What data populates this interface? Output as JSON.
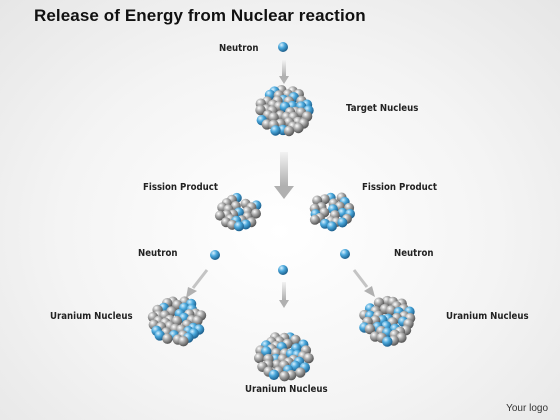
{
  "title": "Release of Energy from Nuclear reaction",
  "labels": {
    "neutron_top": "Neutron",
    "target_nucleus": "Target Nucleus",
    "fission_left": "Fission Product",
    "fission_right": "Fission Product",
    "neutron_left": "Neutron",
    "neutron_right": "Neutron",
    "uranium_left": "Uranium Nucleus",
    "uranium_right": "Uranium Nucleus",
    "uranium_bottom": "Uranium Nucleus"
  },
  "logo": "Your logo",
  "colors": {
    "proton": "#3d9fd6",
    "neutron_particle": "#9a9a9a",
    "arrow": "#bbbbbb"
  }
}
